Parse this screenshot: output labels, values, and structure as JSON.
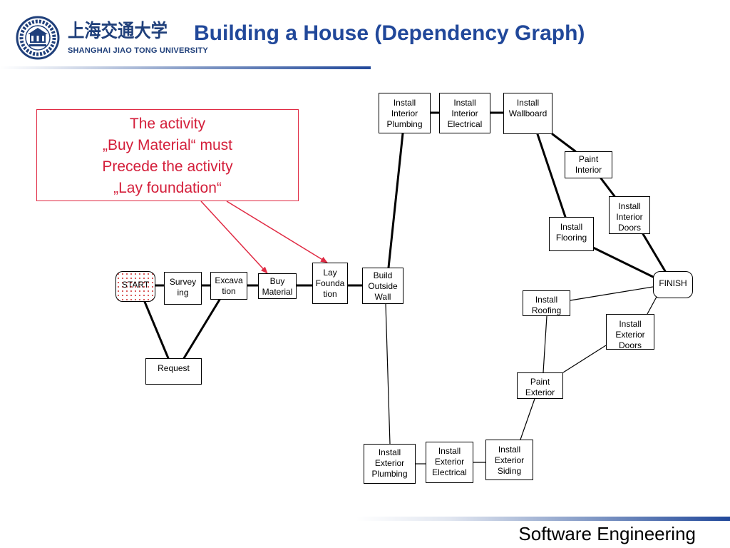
{
  "slide": {
    "title": "Building a House (Dependency Graph)",
    "footer": "Software Engineering"
  },
  "logo": {
    "name_cn": "上海交通大学",
    "name_en": "SHANGHAI JIAO TONG UNIVERSITY"
  },
  "note": {
    "text": "The activity\n„Buy Material“ must\nPrecede the activity\n„Lay foundation“"
  },
  "colors": {
    "title": "#21489a",
    "note": "#d41e3a",
    "arrow": "#e02a43",
    "start_fill_dots": "#d23c3c"
  },
  "nodes": {
    "start": "START",
    "surveying": "Survey\ning",
    "excavation": "Excava\ntion",
    "buy_material": "Buy\nMaterial",
    "lay_foundation": "Lay\nFounda\ntion",
    "build_outside_wall": "Build\nOutside\nWall",
    "request": "Request",
    "install_interior_plumbing": "Install\nInterior\nPlumbing",
    "install_interior_electrical": "Install\nInterior\nElectrical",
    "install_wallboard": "Install\nWallboard",
    "paint_interior": "Paint\nInterior",
    "install_interior_doors": "Install\nInterior\nDoors",
    "install_flooring": "Install\nFlooring",
    "finish": "FINISH",
    "install_roofing": "Install\nRoofing",
    "install_exterior_doors": "Install\nExterior\nDoors",
    "paint_exterior": "Paint\nExterior",
    "install_exterior_siding": "Install\nExterior\nSiding",
    "install_exterior_electrical": "Install\nExterior\nElectrical",
    "install_exterior_plumbing": "Install\nExterior\nPlumbing"
  }
}
